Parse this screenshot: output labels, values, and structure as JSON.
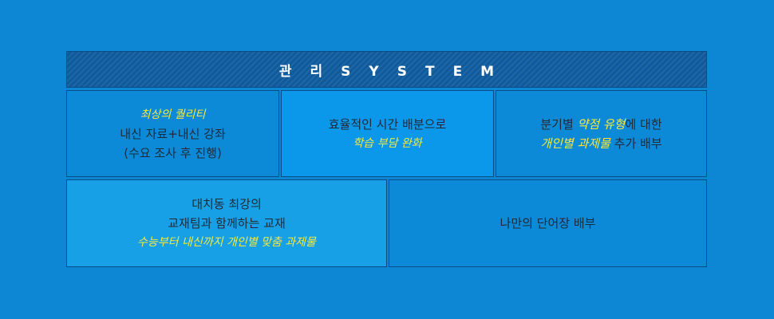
{
  "header": {
    "title": "관리SYSTEM"
  },
  "cells": {
    "c1": {
      "highlight": "최상의 퀄리티",
      "line1": "내신 자료+내신 강좌",
      "line2": "(수요 조사 후 진행)"
    },
    "c2": {
      "line1": "효율적인 시간 배분으로",
      "highlight": "학습 부담 완화"
    },
    "c3": {
      "l1a": "분기별 ",
      "l1b": "약점 유형",
      "l1c": "에 대한",
      "l2a": "개인별 과제물",
      "l2b": " 추가 배부"
    },
    "c4": {
      "line1": "대치동 최강의",
      "line2": "교재팀과 함께하는 교재",
      "highlight": "수능부터 내신까지 개인별 맞춤 과제물"
    },
    "c5": {
      "line1": "나만의 단어장 배부"
    }
  },
  "colors": {
    "background": "#0d87d3",
    "header": "#0f5a9c",
    "highlight": "#f5e93d",
    "text": "#1f2a38"
  }
}
